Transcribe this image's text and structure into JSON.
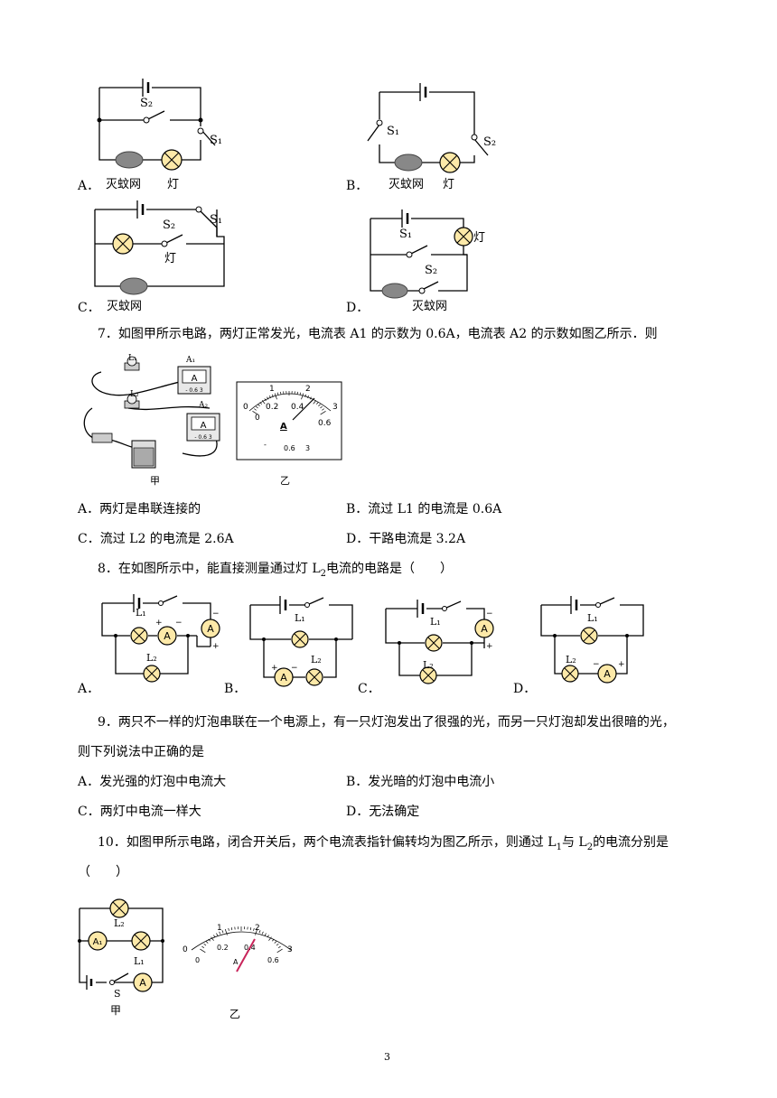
{
  "q6": {
    "a": {
      "letter": "A．",
      "s1": "S₁",
      "s2": "S₂",
      "net": "灭蚊网",
      "lamp": "灯"
    },
    "b": {
      "letter": "B．",
      "s1": "S₁",
      "s2": "S₂",
      "net": "灭蚊网",
      "lamp": "灯"
    },
    "c": {
      "letter": "C．",
      "s1": "S₁",
      "s2": "S₂",
      "net": "灭蚊网",
      "lamp": "灯"
    },
    "d": {
      "letter": "D．",
      "s1": "S₁",
      "s2": "S₂",
      "net": "灭蚊网",
      "lamp": "灯"
    }
  },
  "q7": {
    "stem": "7．如图甲所示电路，两灯正常发光，电流表 A1 的示数为 0.6A，电流表 A2 的示数如图乙所示．则",
    "fig_jia": "甲",
    "fig_yi": "乙",
    "labels": {
      "l1": "L₁",
      "l2": "L₂",
      "a1": "A₁",
      "a2": "A₂",
      "meter": "A",
      "terminals": "- 0.6 3"
    },
    "dial": {
      "big": [
        "0",
        "1",
        "2",
        "3"
      ],
      "small": [
        "0",
        "0.2",
        "0.4",
        "0.6"
      ],
      "unit": "A",
      "bottom": [
        "-",
        "0.6",
        "3"
      ]
    },
    "options": {
      "a": "A．两灯是串联连接的",
      "b": "B．流过 L1 的电流是  0.6A",
      "c": "C．流过 L2 的电流是 2.6A",
      "d": "D．干路电流是 3.2A"
    }
  },
  "q8": {
    "stem_pre": "8．在如图所示中，能直接测量通过灯 L",
    "stem_sub": "2",
    "stem_post": "电流的电路是（　　）",
    "letters": [
      "A．",
      "B．",
      "C．",
      "D．"
    ],
    "l1": "L₁",
    "l2": "L₂",
    "meter": "A",
    "plus": "+",
    "minus": "−"
  },
  "q9": {
    "stem1": "9．两只不一样的灯泡串联在一个电源上，有一只灯泡发出了很强的光，而另一只灯泡却发出很暗的光，",
    "stem2": "则下列说法中正确的是",
    "options": {
      "a": "A．发光强的灯泡中电流大",
      "b": "B．发光暗的灯泡中电流小",
      "c": "C．两灯中电流一样大",
      "d": "D．无法确定"
    }
  },
  "q10": {
    "stem_pre": "10．如图甲所示电路，闭合开关后，两个电流表指针偏转均为图乙所示，则通过 L",
    "sub1": "1",
    "stem_mid": "与 L",
    "sub2": "2",
    "stem_post": "的电流分别是",
    "stem2": "（　　）",
    "fig_jia": "甲",
    "fig_yi": "乙",
    "labels": {
      "l1": "L₁",
      "l2": "L₂",
      "a1": "A₁",
      "meter": "A",
      "s": "S"
    },
    "dial": {
      "big": [
        "0",
        "1",
        "2",
        "3"
      ],
      "small": [
        "0",
        "0.2",
        "0.4",
        "0.6"
      ],
      "unit": "A"
    }
  },
  "page_number": "3"
}
